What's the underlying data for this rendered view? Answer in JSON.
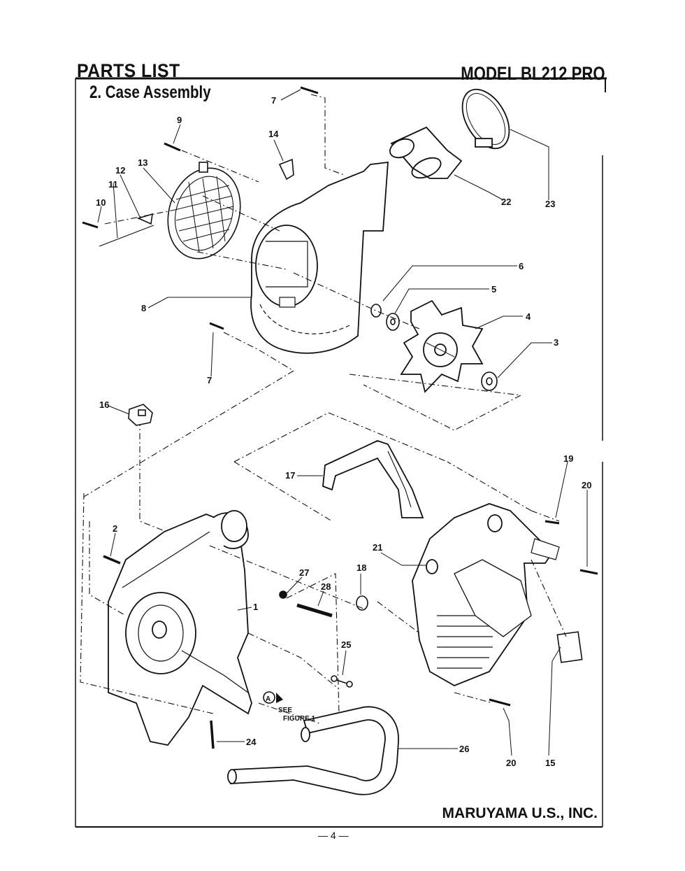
{
  "header": {
    "title": "PARTS LIST",
    "model": "MODEL BL212 PRO",
    "subtitle": "2. Case Assembly"
  },
  "footer": {
    "brand": "MARUYAMA U.S., INC.",
    "page": "— 4 —"
  },
  "callouts": [
    {
      "id": "c7a",
      "label": "7"
    },
    {
      "id": "c9",
      "label": "9"
    },
    {
      "id": "c14",
      "label": "14"
    },
    {
      "id": "c13",
      "label": "13"
    },
    {
      "id": "c12",
      "label": "12"
    },
    {
      "id": "c11",
      "label": "11"
    },
    {
      "id": "c10",
      "label": "10"
    },
    {
      "id": "c22",
      "label": "22"
    },
    {
      "id": "c23",
      "label": "23"
    },
    {
      "id": "c6",
      "label": "6"
    },
    {
      "id": "c5",
      "label": "5"
    },
    {
      "id": "c4",
      "label": "4"
    },
    {
      "id": "c3",
      "label": "3"
    },
    {
      "id": "c8",
      "label": "8"
    },
    {
      "id": "c7b",
      "label": "7"
    },
    {
      "id": "c16",
      "label": "16"
    },
    {
      "id": "c17",
      "label": "17"
    },
    {
      "id": "c19",
      "label": "19"
    },
    {
      "id": "c20a",
      "label": "20"
    },
    {
      "id": "c2",
      "label": "2"
    },
    {
      "id": "c21",
      "label": "21"
    },
    {
      "id": "c18",
      "label": "18"
    },
    {
      "id": "c27",
      "label": "27"
    },
    {
      "id": "c28",
      "label": "28"
    },
    {
      "id": "c1",
      "label": "1"
    },
    {
      "id": "c25",
      "label": "25"
    },
    {
      "id": "c24",
      "label": "24"
    },
    {
      "id": "c26",
      "label": "26"
    },
    {
      "id": "c20b",
      "label": "20"
    },
    {
      "id": "c15",
      "label": "15"
    }
  ],
  "reference": {
    "marker": "A",
    "line1": "SEE",
    "line2": "FIGURE 1"
  }
}
